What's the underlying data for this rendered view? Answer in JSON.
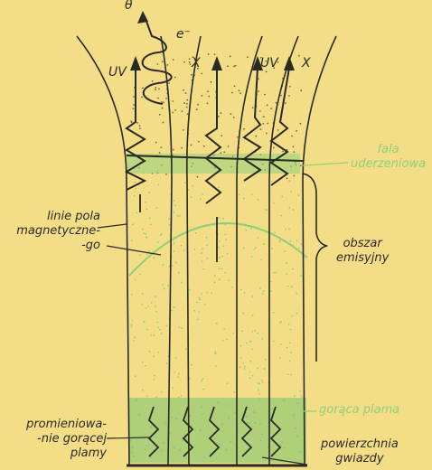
{
  "colors": {
    "background": "#f3dd86",
    "ink": "#2a2a24",
    "green": "#8fcf7a",
    "dots": "#6a6a4a",
    "bottom_green": "#5fbf6a"
  },
  "labels": {
    "symbol_theta": "θ",
    "symbol_electron": "e⁻",
    "uv_left": "UV",
    "x_center": "X",
    "uv_right": "UV",
    "x_right": "X",
    "shock_wave": [
      "fala",
      "uderzeniowa"
    ],
    "field_lines": [
      "linie pola",
      "magnetyczne-",
      "-go"
    ],
    "emission_region": [
      "obszar",
      "emisyjny"
    ],
    "hot_spot": "gorąca plama",
    "hot_spot_radiation": [
      "promieniowa-",
      "-nie gorącej",
      "plamy"
    ],
    "star_surface": [
      "powierzchnia",
      "gwiazdy"
    ]
  }
}
